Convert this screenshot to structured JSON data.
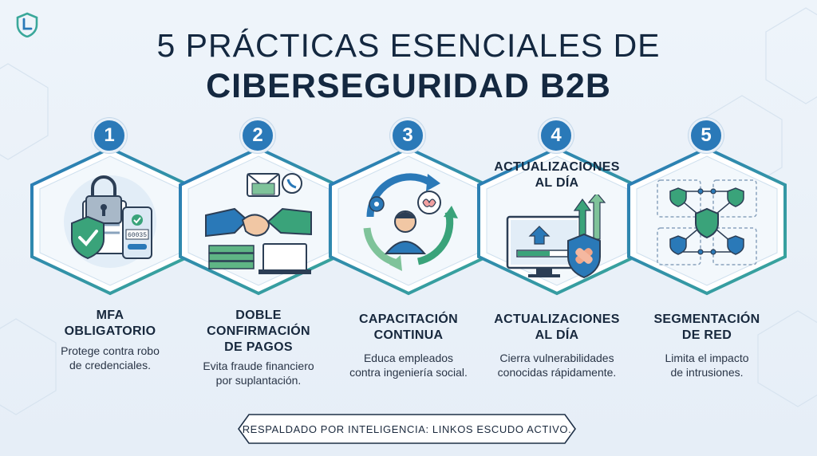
{
  "header": {
    "title_line1": "5 PRÁCTICAS ESENCIALES DE",
    "title_line2": "CIBERSEGURIDAD B2B",
    "logo_icon": "shield-logo-icon"
  },
  "colors": {
    "accent": "#2a79b8",
    "teal": "#3aa89a",
    "navy": "#142840",
    "shield_green": "#3aa37a"
  },
  "practices": [
    {
      "number": "1",
      "title": "MFA\nOBLIGATORIO",
      "description": "Protege contra robo\nde credenciales.",
      "icon": "padlock-shield-phone-icon",
      "code_text": "60035"
    },
    {
      "number": "2",
      "title": "DOBLE\nCONFIRMACIÓN\nDE PAGOS",
      "description": "Evita fraude financiero\npor suplantación.",
      "icon": "handshake-payment-icon"
    },
    {
      "number": "3",
      "title": "CAPACITACIÓN\nCONTINUA",
      "description": "Educa empleados\ncontra ingeniería social.",
      "icon": "training-cycle-icon"
    },
    {
      "number": "4",
      "overlay_title": "ACTUALIZACIONES\nAL DÍA",
      "title": "ACTUALIZACIONES\nAL DÍA",
      "description": "Cierra vulnerabilidades\nconocidas rápidamente.",
      "icon": "system-update-icon"
    },
    {
      "number": "5",
      "title": "SEGMENTACIÓN\nDE RED",
      "description": "Limita el impacto\nde intrusiones.",
      "icon": "network-segmentation-icon"
    }
  ],
  "footer": {
    "text": "RESPALDADO POR INTELIGENCIA: LINKOS ESCUDO ACTIVO."
  }
}
